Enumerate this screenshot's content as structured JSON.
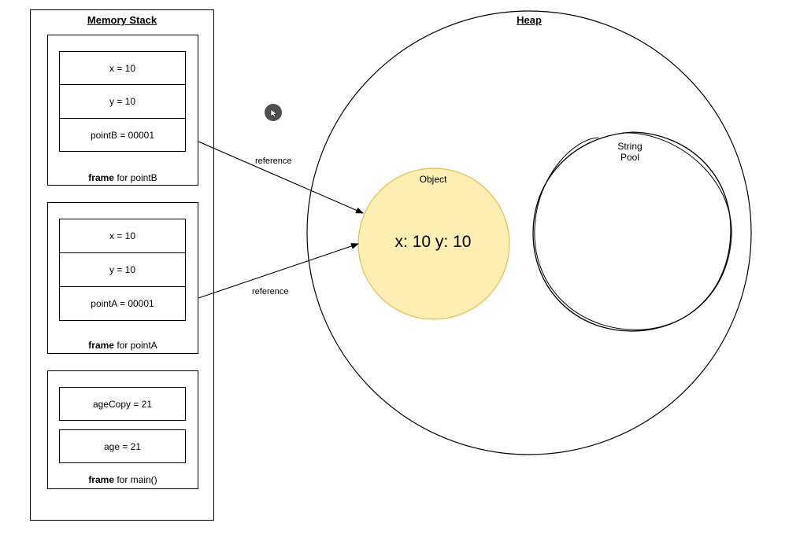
{
  "stack": {
    "title": "Memory Stack",
    "frames": [
      {
        "cells": [
          "x = 10",
          "y = 10",
          "pointB = 00001"
        ],
        "label_bold": "frame",
        "label_rest": " for pointB"
      },
      {
        "cells": [
          "x = 10",
          "y = 10",
          "pointA = 00001"
        ],
        "label_bold": "frame",
        "label_rest": " for pointA"
      },
      {
        "cells": [
          "ageCopy = 21",
          "age = 21"
        ],
        "label_bold": "frame",
        "label_rest": " for main()"
      }
    ]
  },
  "heap": {
    "title": "Heap",
    "object_label": "Object",
    "object_value": "x: 10 y: 10",
    "string_pool_line1": "String",
    "string_pool_line2": "Pool"
  },
  "references": {
    "label_top": "reference",
    "label_bottom": "reference"
  },
  "colors": {
    "object_fill": "#fdeeb2",
    "object_stroke": "#e0bd54",
    "cursor": "#4d4f52"
  }
}
